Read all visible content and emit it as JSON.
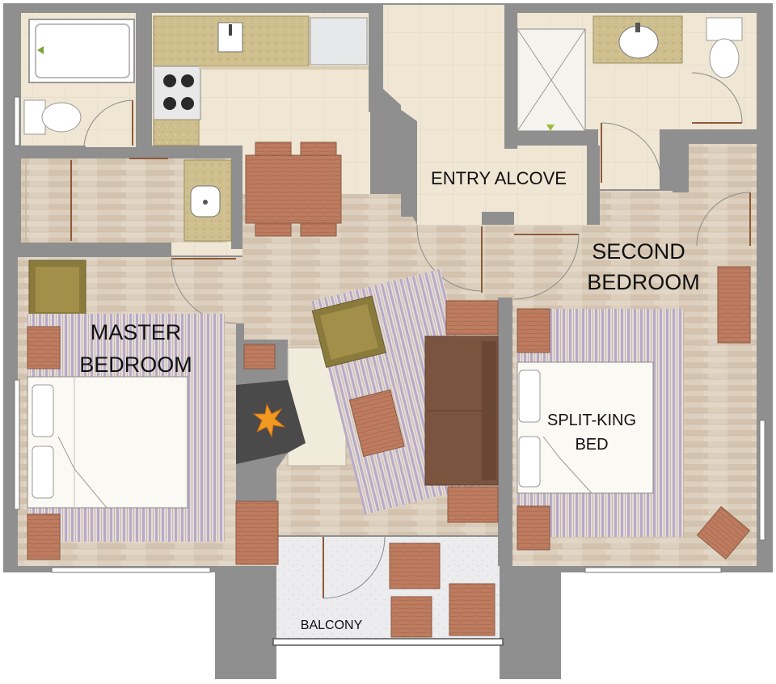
{
  "labels": {
    "entry": "ENTRY ALCOVE",
    "second_bedroom_line1": "SECOND",
    "second_bedroom_line2": "BEDROOM",
    "master_bedroom_line1": "MASTER",
    "master_bedroom_line2": "BEDROOM",
    "bed_line1": "SPLIT-KING",
    "bed_line2": "BED",
    "balcony": "BALCONY"
  },
  "colors": {
    "wall": "#8f8f8f",
    "wood_floor": "#d9cbb8",
    "tile_floor": "#efe6d3",
    "carpet_stripe": "#a99cbc",
    "furniture_wood": "#b9775b",
    "sofa": "#7b5440",
    "chair_olive": "#8a7a3c",
    "bed_white": "#fbf9f3",
    "countertop": "#cdbb8a",
    "balcony_floor": "#e9e9ea",
    "fireplace": "#4a4a4a",
    "flame": "#f19a22"
  }
}
